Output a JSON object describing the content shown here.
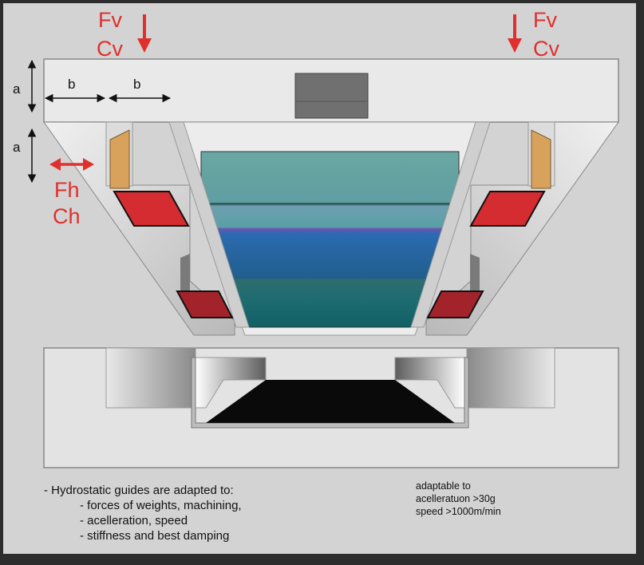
{
  "labels": {
    "force_v_left": "Fv",
    "stiff_v_left": "Cv",
    "force_v_right": "Fv",
    "stiff_v_right": "Cv",
    "force_h": "Fh",
    "stiff_h": "Ch",
    "dim_a_top": "a",
    "dim_a_bottom": "a",
    "dim_b_left": "b",
    "dim_b_right": "b"
  },
  "notes": {
    "heading": "- Hydrostatic guides are adapted to:",
    "items": [
      "- forces of weights, machining,",
      "- acelleration, speed",
      "- stiffness and best damping"
    ]
  },
  "side_notes": [
    "adaptable to",
    "acelleratuon >30g",
    "speed >1000m/min"
  ],
  "colors": {
    "frame": "#2d2d2d",
    "background": "#d3d3d3",
    "structure": "#e6e6e6",
    "pocket_red": "#d42c30",
    "pocket_dark_red": "#a3232b",
    "pad_orange": "#d9a25c",
    "force_red": "#e0302d",
    "table_dark": "#0a0a0a"
  }
}
